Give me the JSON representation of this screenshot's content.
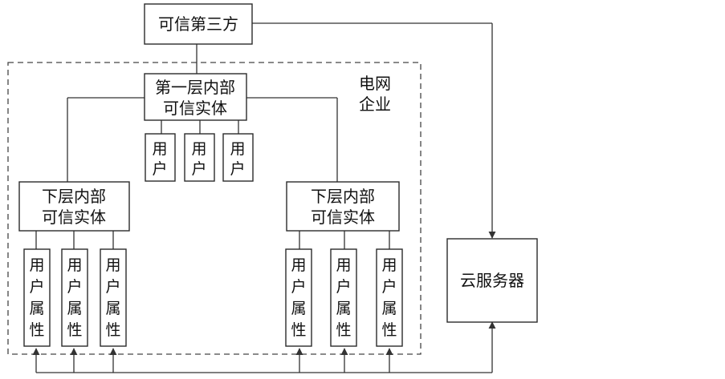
{
  "nodes": {
    "third_party": "可信第三方",
    "first_layer": [
      "第一层内部",
      "可信实体"
    ],
    "lower_left": [
      "下层内部",
      "可信实体"
    ],
    "lower_right": [
      "下层内部",
      "可信实体"
    ],
    "cloud_server": "云服务器"
  },
  "region": {
    "label": [
      "电网",
      "企业"
    ]
  },
  "user_box": [
    "用",
    "户"
  ],
  "attr_box": [
    "用",
    "户",
    "属",
    "性"
  ]
}
